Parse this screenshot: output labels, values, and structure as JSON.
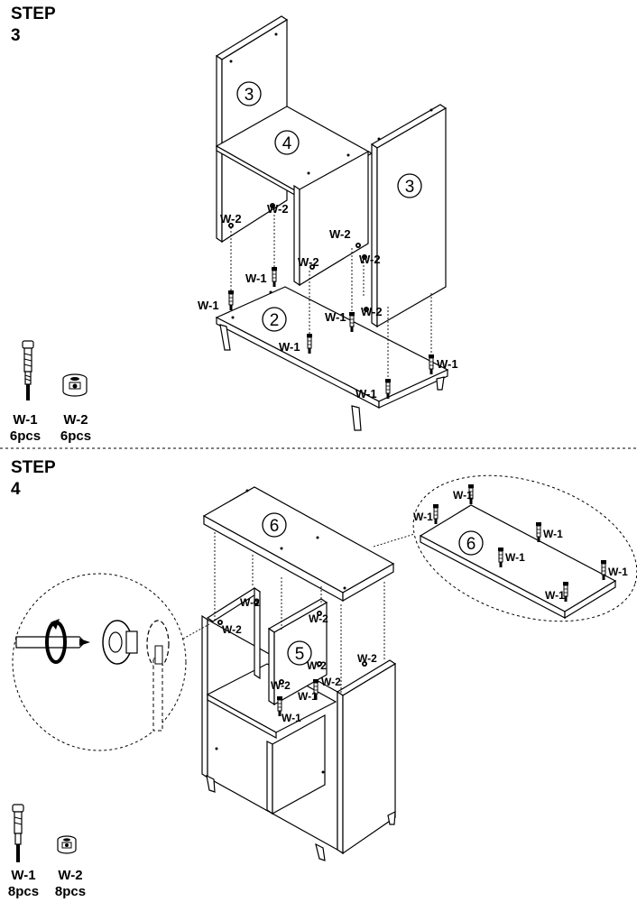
{
  "steps": [
    {
      "title_line1": "STEP",
      "title_line2": "3",
      "part_numbers": {
        "left_side": "3",
        "shelf": "4",
        "right_side": "3",
        "base": "2"
      },
      "hardware": [
        {
          "code": "W-1",
          "qty": "6pcs",
          "icon": "cam-bolt-icon"
        },
        {
          "code": "W-2",
          "qty": "6pcs",
          "icon": "cam-lock-icon"
        }
      ]
    },
    {
      "title_line1": "STEP",
      "title_line2": "4",
      "part_numbers": {
        "top": "6",
        "divider": "5",
        "detail_top": "6"
      },
      "hardware": [
        {
          "code": "W-1",
          "qty": "8pcs",
          "icon": "cam-bolt-icon"
        },
        {
          "code": "W-2",
          "qty": "8pcs",
          "icon": "cam-lock-icon"
        }
      ]
    }
  ],
  "labels": {
    "w1": "W-1",
    "w2": "W-2"
  }
}
